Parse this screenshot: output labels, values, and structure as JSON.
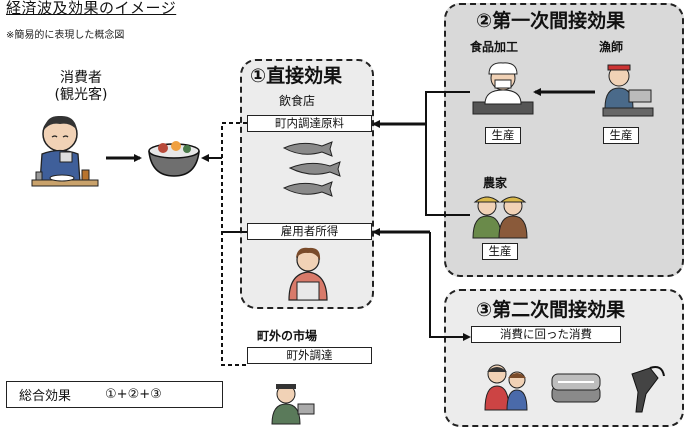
{
  "header": {
    "title": "経済波及効果のイメージ",
    "note": "※簡易的に表現した概念図"
  },
  "consumer": {
    "label_line1": "消費者",
    "label_line2": "(観光客)"
  },
  "panel_direct": {
    "title": "①直接効果",
    "subtitle": "飲食店",
    "box_procurement": "町内調達原料",
    "box_income": "雇用者所得"
  },
  "panel_indirect1": {
    "title": "②第一次間接効果",
    "label_food": "食品加工",
    "label_fisher": "漁師",
    "label_farmer": "農家",
    "box_production": "生産"
  },
  "panel_indirect2": {
    "title": "③第二次間接効果",
    "box_consumption": "消費に回った消費"
  },
  "outside": {
    "label": "町外の市場",
    "box": "町外調達"
  },
  "summary": {
    "label": "総合効果",
    "formula": "①+②+③"
  }
}
